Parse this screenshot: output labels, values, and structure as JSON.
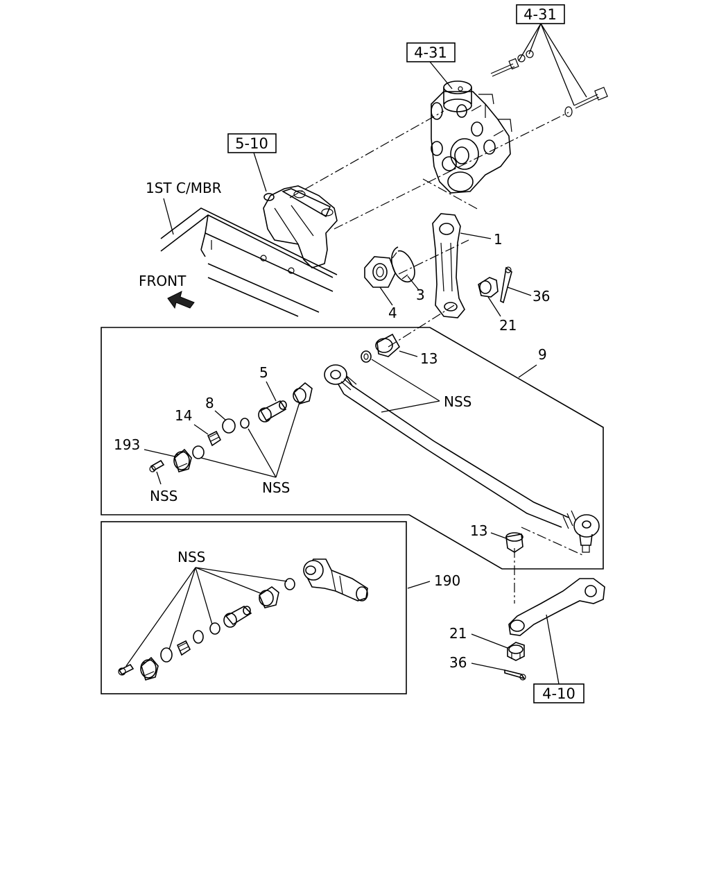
{
  "references": {
    "ref_top_right": "4-31",
    "ref_pump": "4-31",
    "ref_bracket": "5-10",
    "ref_arm": "4-10"
  },
  "labels": {
    "member": "1ST C/MBR",
    "front": "FRONT",
    "nss_rod": "NSS",
    "nss_left": "NSS",
    "nss_bolt": "NSS",
    "nss_kit": "NSS"
  },
  "callouts": {
    "p1": "1",
    "p3": "3",
    "p4": "4",
    "p36_top": "36",
    "p21_top": "21",
    "p13_top": "13",
    "p9": "9",
    "p5": "5",
    "p8": "8",
    "p14": "14",
    "p193": "193",
    "p13_bottom": "13",
    "p190": "190",
    "p21_bottom": "21",
    "p36_bottom": "36"
  }
}
